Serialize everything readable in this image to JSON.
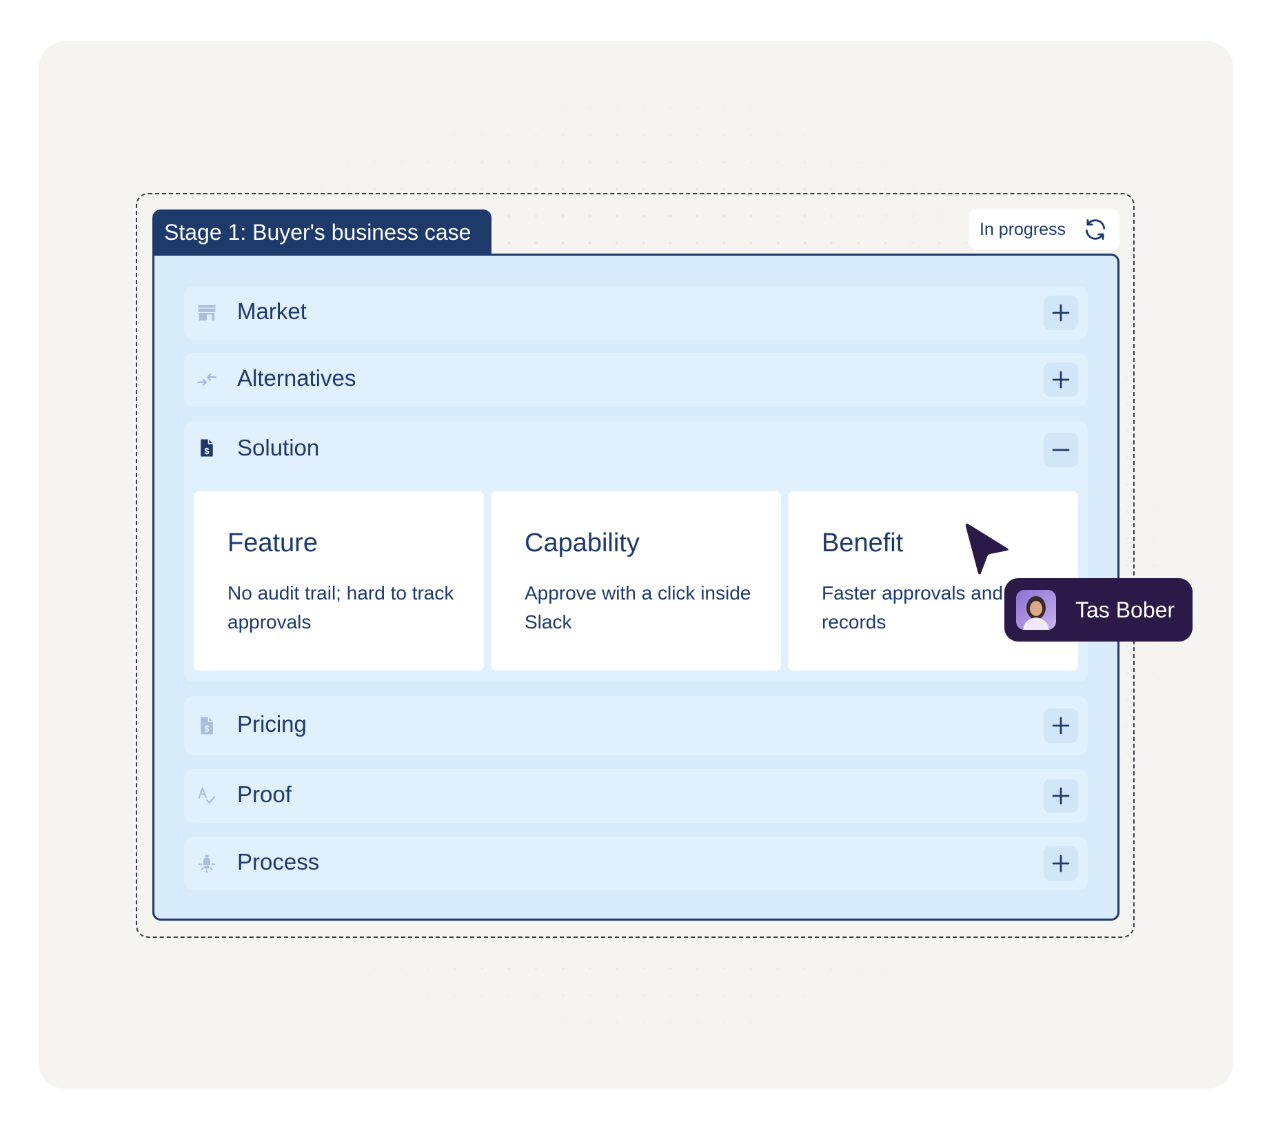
{
  "stage": {
    "title": "Stage 1: Buyer's business case",
    "status": "In progress",
    "status_icon": "sync-icon"
  },
  "sections": {
    "market": {
      "label": "Market",
      "icon": "storefront-icon",
      "expanded": false
    },
    "alternatives": {
      "label": "Alternatives",
      "icon": "compare-arrows-icon",
      "expanded": false
    },
    "solution": {
      "label": "Solution",
      "icon": "invoice-document-icon",
      "expanded": true
    },
    "pricing": {
      "label": "Pricing",
      "icon": "invoice-document-icon",
      "expanded": false
    },
    "proof": {
      "label": "Proof",
      "icon": "spellcheck-icon",
      "expanded": false
    },
    "process": {
      "label": "Process",
      "icon": "lightbulb-icon",
      "expanded": false
    }
  },
  "solution_cards": [
    {
      "title": "Feature",
      "description": "No audit trail; hard to track approvals"
    },
    {
      "title": "Capability",
      "description": "Approve with a click inside Slack"
    },
    {
      "title": "Benefit",
      "description": "Faster approvals and clear records"
    }
  ],
  "collaborator": {
    "name": "Tas Bober"
  },
  "colors": {
    "navy": "#1e3a6b",
    "panel": "#d8ebfb",
    "row": "#e1f0fd",
    "cursor": "#2b1a47",
    "background": "#f6f4f1"
  }
}
